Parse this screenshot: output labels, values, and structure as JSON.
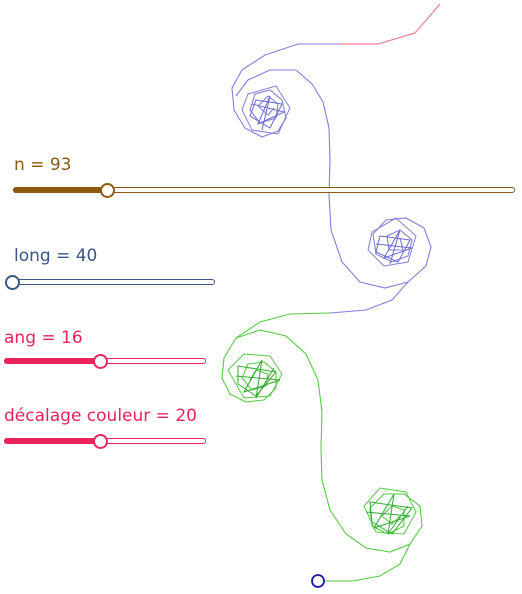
{
  "colors": {
    "n": "#8b5a0e",
    "long": "#3a5587",
    "ang": "#e8245b",
    "decalage": "#e8245b",
    "curve_red": "#ef7f8f",
    "curve_blue": "#8080dd",
    "curve_green": "#55cc44",
    "start_point": "#1a1aa6"
  },
  "sliders": [
    {
      "id": "n",
      "label": "n = 93",
      "fraction": 0.19
    },
    {
      "id": "long",
      "label": "long = 40",
      "fraction": 0.0
    },
    {
      "id": "ang",
      "label": "ang = 16",
      "fraction": 0.48
    },
    {
      "id": "decalage",
      "label": "décalage couleur = 20",
      "fraction": 0.48
    }
  ],
  "drawing": {
    "description_icon": "turtle-spiral-curve",
    "start_marker_icon": "circle-icon"
  }
}
